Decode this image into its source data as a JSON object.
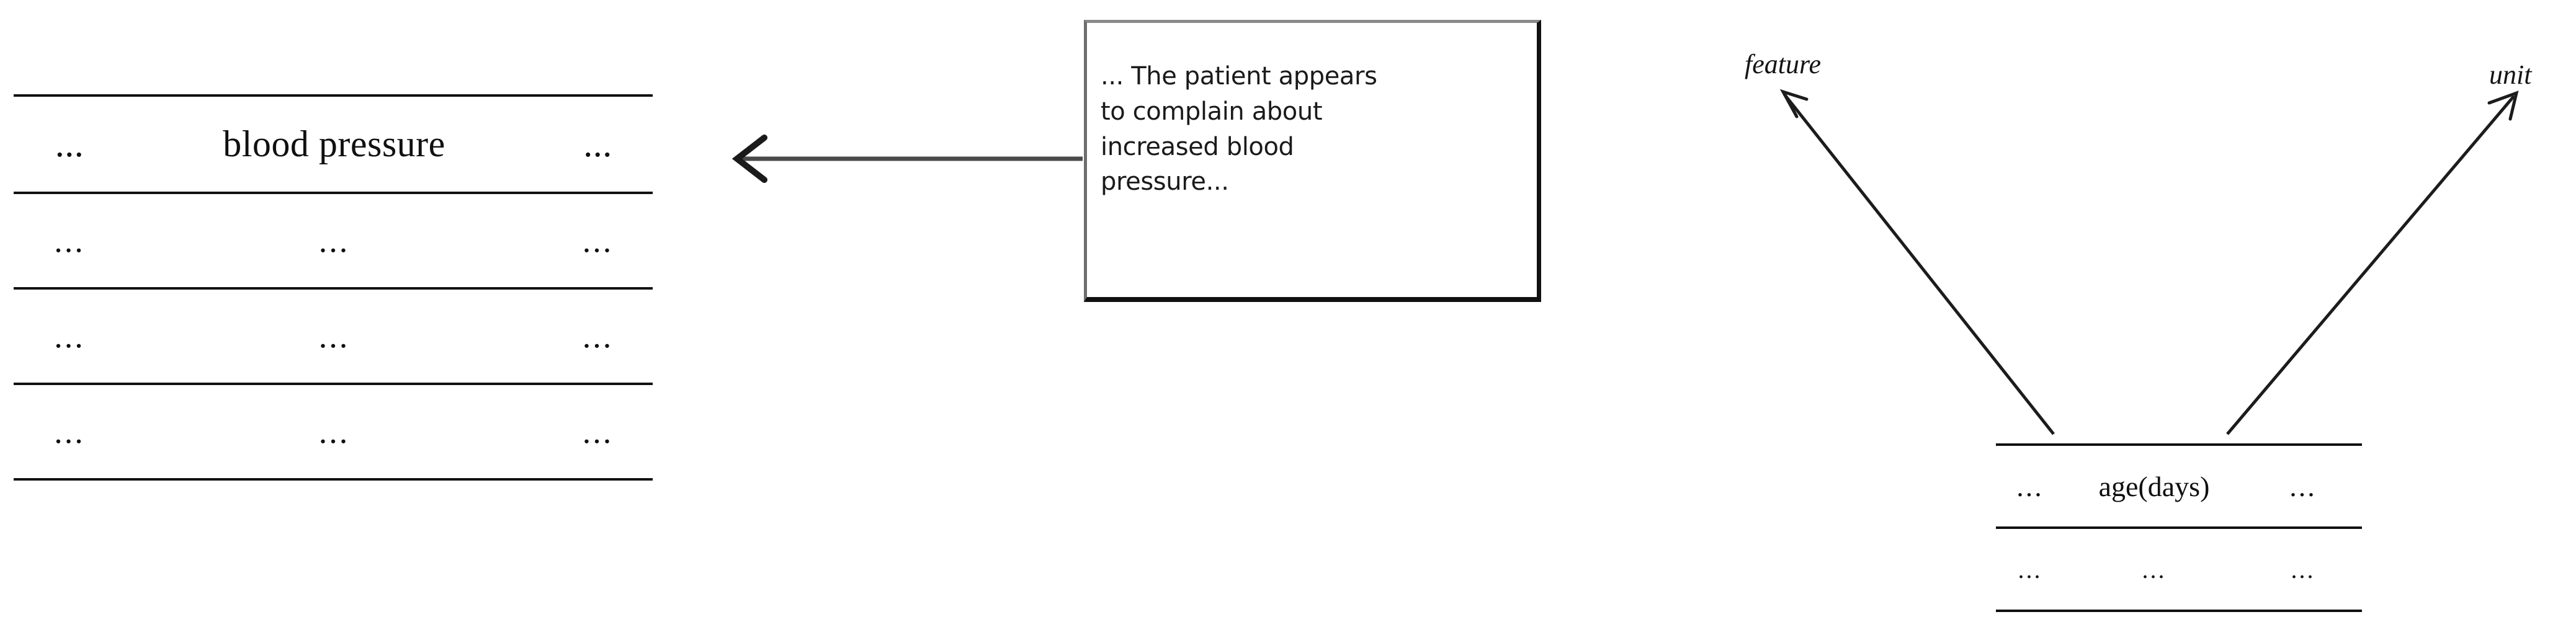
{
  "figure": {
    "left_table": {
      "name": "clinical-measure-table",
      "columns": 3,
      "header": [
        "...",
        "blood pressure",
        "..."
      ],
      "rows": [
        [
          "...",
          "...",
          "..."
        ],
        [
          "...",
          "...",
          "..."
        ],
        [
          "...",
          "...",
          "..."
        ]
      ]
    },
    "note": {
      "name": "clinical-note-callout",
      "text": "... The patient appears\nto complain about\nincreased blood\npressure..."
    },
    "right_table": {
      "name": "feature-unit-table",
      "columns": 3,
      "header": [
        "...",
        "age(days)",
        "..."
      ],
      "rows": [
        [
          "...",
          "...",
          "..."
        ]
      ]
    },
    "annotations": {
      "feature_label": "feature",
      "unit_label": "unit"
    },
    "colors": {
      "rule": "#111111",
      "note_border_dark": "#111111",
      "note_border_light": "#8a8a8a",
      "arrow": "#4a4a4a",
      "text": "#101010",
      "background": "#ffffff"
    }
  }
}
